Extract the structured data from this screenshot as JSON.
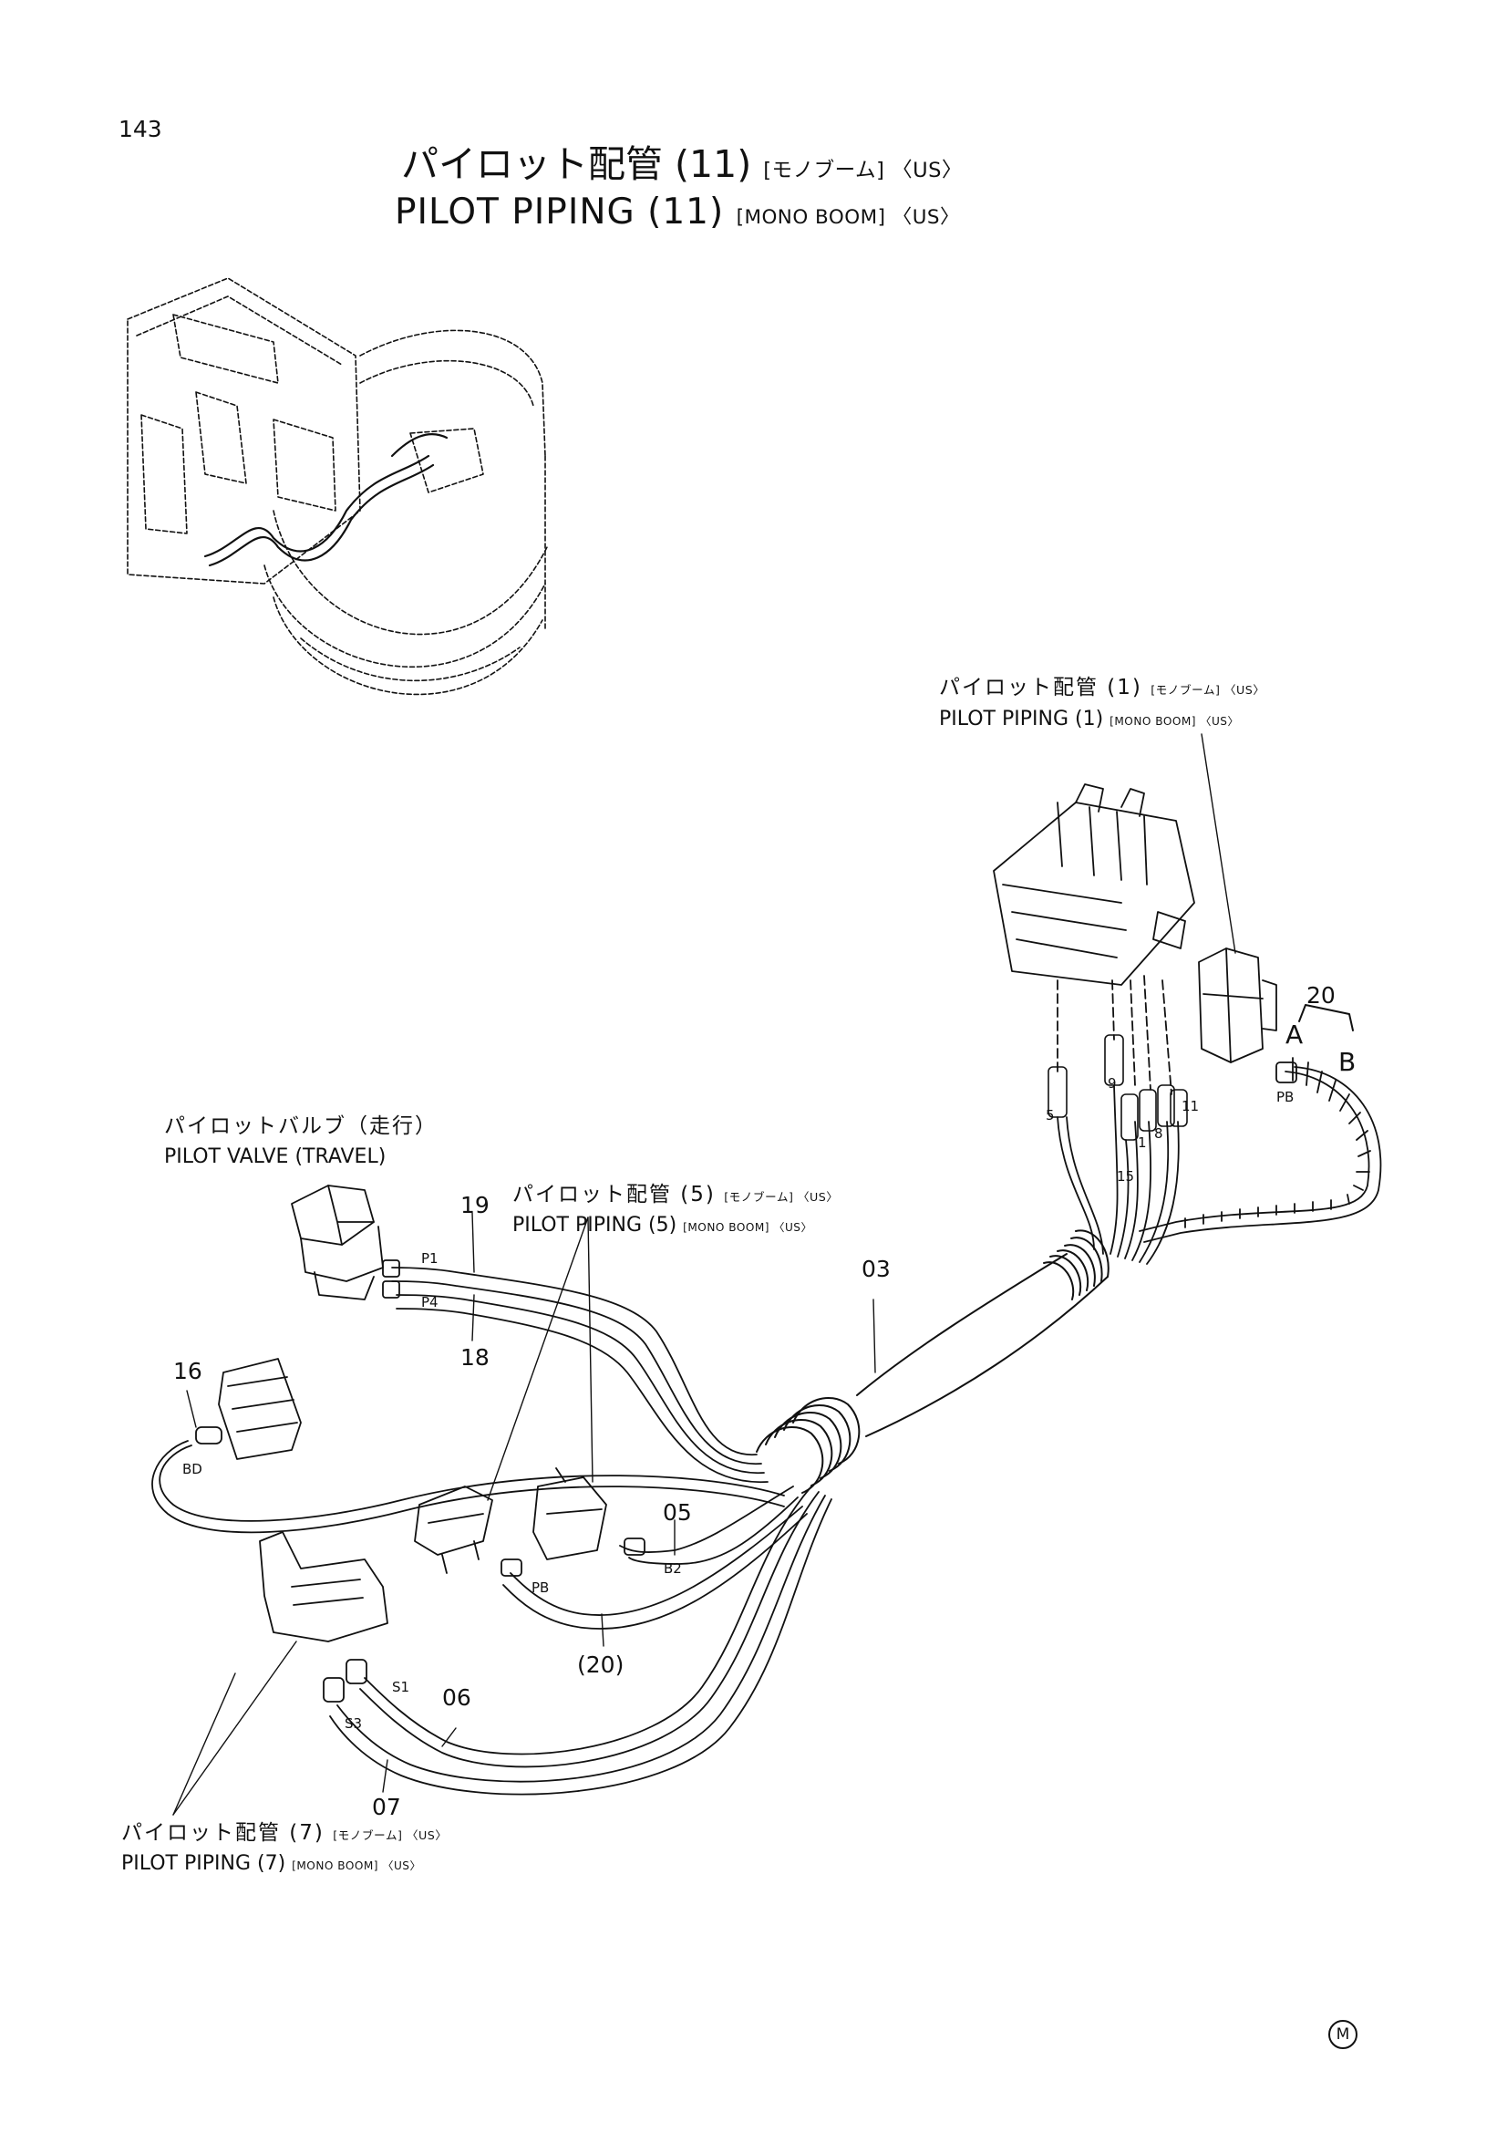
{
  "page": {
    "number": "143"
  },
  "title": {
    "jp_main": "パイロット配管 (11)",
    "jp_sub": "[モノブーム] 〈US〉",
    "en_main": "PILOT PIPING (11)",
    "en_sub": "[MONO BOOM] 〈US〉"
  },
  "callouts": {
    "pp1": {
      "jp": "パイロット配管 (1)",
      "jp_sub": "[モノブーム] 〈US〉",
      "en": "PILOT PIPING (1)",
      "en_sub": "[MONO BOOM] 〈US〉"
    },
    "pv": {
      "jp": "パイロットバルブ（走行）",
      "en": "PILOT VALVE (TRAVEL)"
    },
    "pp5": {
      "jp": "パイロット配管 (5)",
      "jp_sub": "[モノブーム] 〈US〉",
      "en": "PILOT PIPING (5)",
      "en_sub": "[MONO BOOM] 〈US〉"
    },
    "pp7": {
      "jp": "パイロット配管 (7)",
      "jp_sub": "[モノブーム] 〈US〉",
      "en": "PILOT PIPING (7)",
      "en_sub": "[MONO BOOM] 〈US〉"
    }
  },
  "part_numbers": {
    "n19": "19",
    "n18": "18",
    "n16": "16",
    "n03": "03",
    "n05": "05",
    "n06": "06",
    "n07": "07",
    "n20": "20",
    "n20p": "(20)",
    "n5": "5",
    "n9": "9",
    "n1": "1",
    "n8": "8",
    "n11": "11",
    "n15": "15"
  },
  "port_labels": {
    "P1": "P1",
    "P4": "P4",
    "BD": "BD",
    "B2": "B2",
    "PB": "PB",
    "PB2": "PB",
    "S1": "S1",
    "S3": "S3",
    "A": "A",
    "B": "B"
  },
  "mark": "M"
}
